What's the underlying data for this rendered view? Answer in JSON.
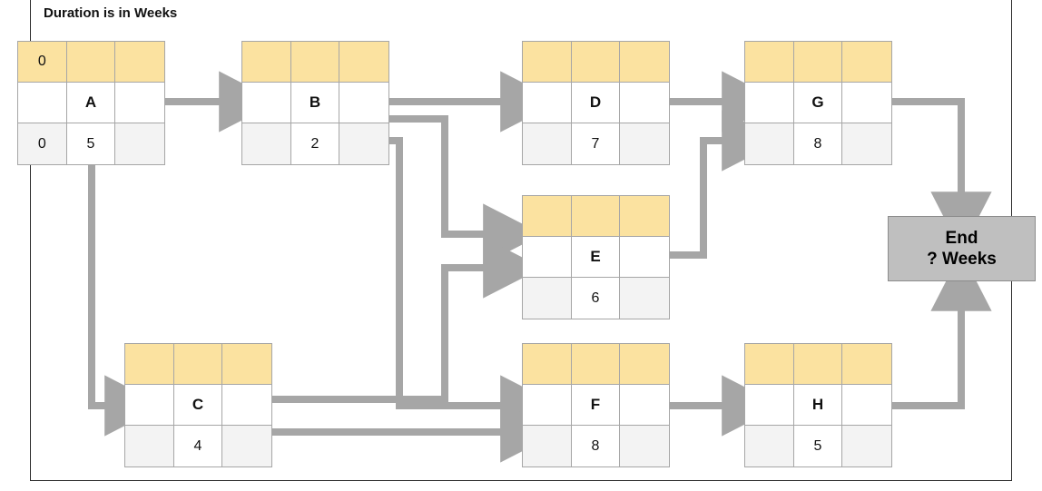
{
  "caption": "Duration is in Weeks",
  "colors": {
    "header_fill": "#fbe2a0",
    "footer_fill": "#f3f3f3",
    "node_border": "#a6a6a6",
    "connector": "#a6a6a6",
    "end_fill": "#bfbfbf",
    "frame": "#2b2b2b"
  },
  "nodes": [
    {
      "id": "A",
      "name": "A",
      "early_start": "0",
      "early_finish": "",
      "slack_top": "",
      "late_start": "0",
      "duration": "5",
      "late_finish": ""
    },
    {
      "id": "B",
      "name": "B",
      "early_start": "",
      "early_finish": "",
      "slack_top": "",
      "late_start": "",
      "duration": "2",
      "late_finish": ""
    },
    {
      "id": "D",
      "name": "D",
      "early_start": "",
      "early_finish": "",
      "slack_top": "",
      "late_start": "",
      "duration": "7",
      "late_finish": ""
    },
    {
      "id": "G",
      "name": "G",
      "early_start": "",
      "early_finish": "",
      "slack_top": "",
      "late_start": "",
      "duration": "8",
      "late_finish": ""
    },
    {
      "id": "E",
      "name": "E",
      "early_start": "",
      "early_finish": "",
      "slack_top": "",
      "late_start": "",
      "duration": "6",
      "late_finish": ""
    },
    {
      "id": "C",
      "name": "C",
      "early_start": "",
      "early_finish": "",
      "slack_top": "",
      "late_start": "",
      "duration": "4",
      "late_finish": ""
    },
    {
      "id": "F",
      "name": "F",
      "early_start": "",
      "early_finish": "",
      "slack_top": "",
      "late_start": "",
      "duration": "8",
      "late_finish": ""
    },
    {
      "id": "H",
      "name": "H",
      "early_start": "",
      "early_finish": "",
      "slack_top": "",
      "late_start": "",
      "duration": "5",
      "late_finish": ""
    }
  ],
  "end_node": {
    "line1": "End",
    "line2": "? Weeks"
  },
  "edges": [
    {
      "from": "A",
      "to": "B"
    },
    {
      "from": "A",
      "to": "C"
    },
    {
      "from": "B",
      "to": "D"
    },
    {
      "from": "B",
      "to": "E"
    },
    {
      "from": "B",
      "to": "F"
    },
    {
      "from": "C",
      "to": "E"
    },
    {
      "from": "C",
      "to": "F"
    },
    {
      "from": "D",
      "to": "G"
    },
    {
      "from": "E",
      "to": "G"
    },
    {
      "from": "F",
      "to": "H"
    },
    {
      "from": "G",
      "to": "End"
    },
    {
      "from": "H",
      "to": "End"
    }
  ]
}
